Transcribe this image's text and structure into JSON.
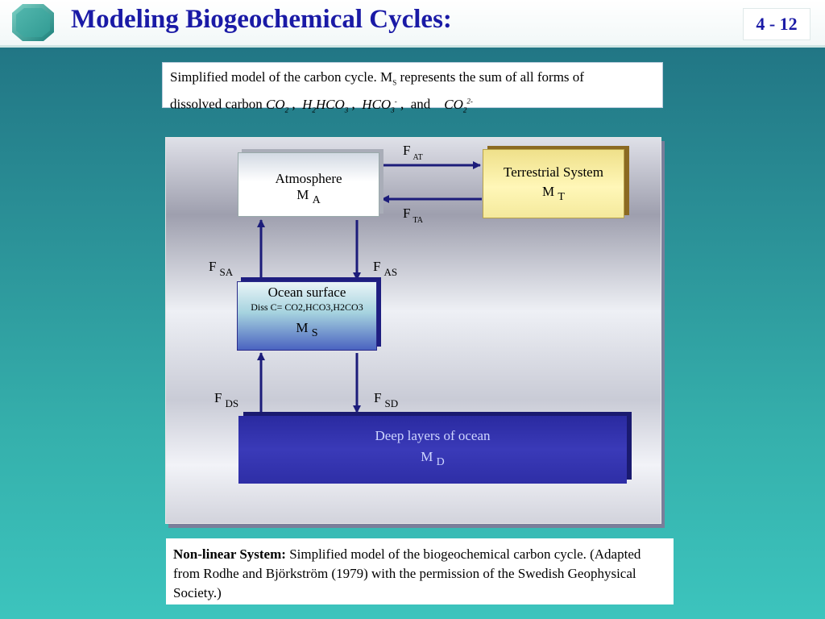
{
  "header": {
    "title": "Modeling Biogeochemical Cycles:",
    "page_number": "4 - 12"
  },
  "top_caption": {
    "line1_prefix": "Simplified model of the carbon cycle. M",
    "line1_sub": "S",
    "line1_suffix": " represents the sum of all forms of",
    "line2_prefix": "dissolved carbon",
    "species": [
      "CO2",
      "H2HCO3",
      "HCO3",
      "CO2"
    ],
    "and_word": "and"
  },
  "diagram": {
    "atmosphere": {
      "label": "Atmosphere",
      "symbol": "M",
      "symbol_sub": "A"
    },
    "terrestrial": {
      "label": "Terrestrial System",
      "symbol": "M",
      "symbol_sub": "T"
    },
    "ocean_surface": {
      "label": "Ocean surface",
      "detail": "Diss C= CO2,HCO3,H2CO3",
      "symbol": "M",
      "symbol_sub": "S"
    },
    "deep_ocean": {
      "label": "Deep layers of ocean",
      "symbol": "M",
      "symbol_sub": "D"
    },
    "flows": {
      "at": {
        "F": "F",
        "sub": "AT"
      },
      "ta": {
        "F": "F",
        "sub": "TA"
      },
      "sa": {
        "F": "F",
        "sub": "SA"
      },
      "as": {
        "F": "F",
        "sub": "AS"
      },
      "ds": {
        "F": "F",
        "sub": "DS"
      },
      "sd": {
        "F": "F",
        "sub": "SD"
      }
    },
    "colors": {
      "arrow": "#1c1c7a",
      "deep_ocean": "#2a2aa0",
      "terrestrial": "#fff2a8"
    }
  },
  "bottom_caption": {
    "bold": "Non-linear System:",
    "text": " Simplified model of the biogeochemical carbon cycle. (Adapted from Rodhe and Björkström (1979) with the permission of the Swedish Geophysical Society.)"
  }
}
